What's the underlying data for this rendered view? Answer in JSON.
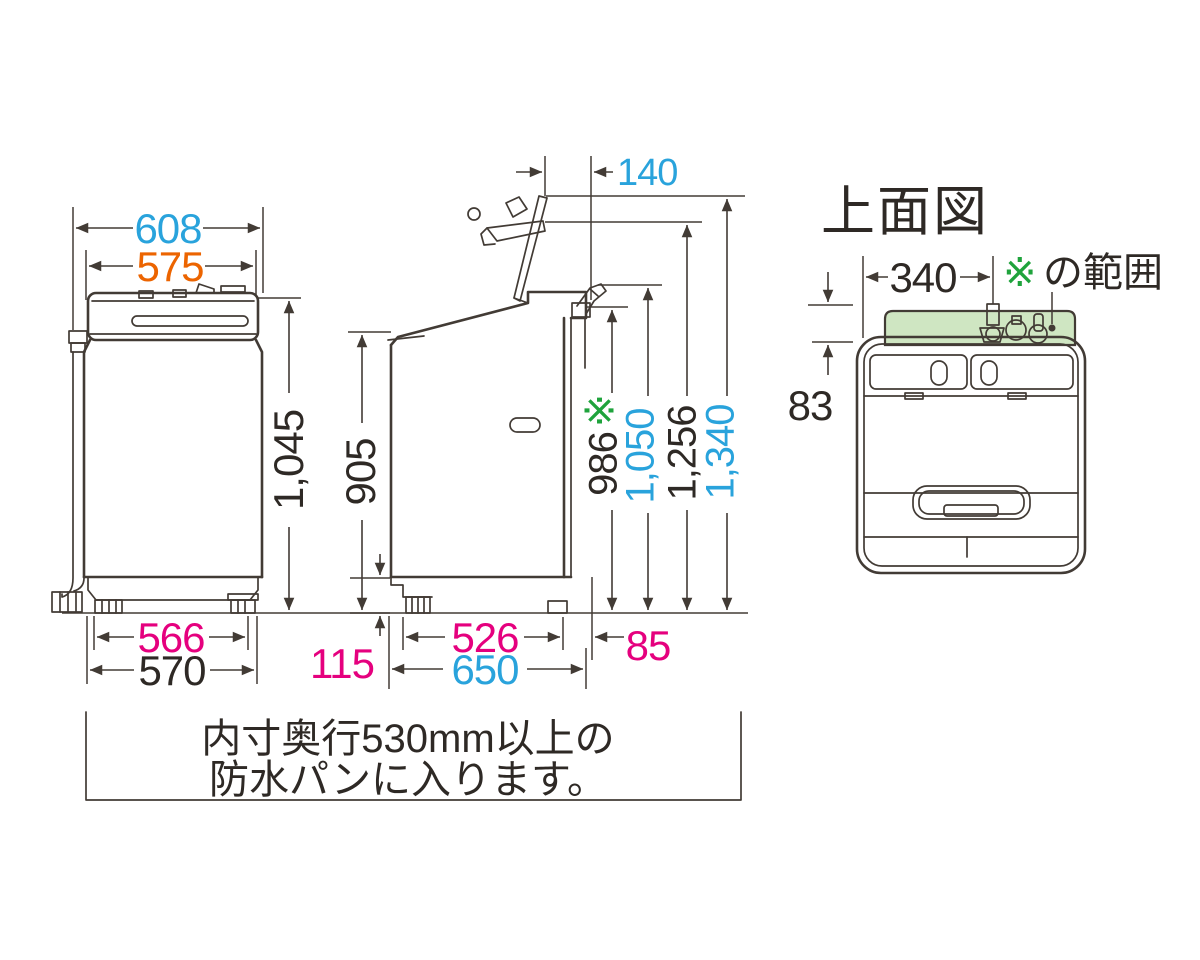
{
  "colors": {
    "line": "#423b35",
    "blue": "#29a3dc",
    "magenta": "#e5007e",
    "orange": "#ec6400",
    "green": "#1fa33c",
    "green_zone_fill": "#cfe6c2"
  },
  "front_view": {
    "dim_width_outer": "608",
    "dim_width_body": "575",
    "dim_height": "1,045",
    "dim_feet_span": "566",
    "dim_base_width": "570"
  },
  "side_view": {
    "dim_lid_overhang": "140",
    "dim_body_height": "905",
    "ref_mark": "※",
    "dim_height_console": "986",
    "dim_height_inlet": "1,050",
    "dim_height_hook": "1,256",
    "dim_height_lid_open": "1,340",
    "dim_base_height": "115",
    "dim_feet_span": "526",
    "dim_depth_total": "650",
    "dim_rear_clearance": "85"
  },
  "top_view": {
    "title": "上面図",
    "dim_back_zone_width": "340",
    "dim_back_zone_depth": "83",
    "legend_mark": "※",
    "legend_text": "の範囲"
  },
  "caption": {
    "line1": "内寸奥行530mm以上の",
    "line2": "防水パンに入ります。"
  }
}
